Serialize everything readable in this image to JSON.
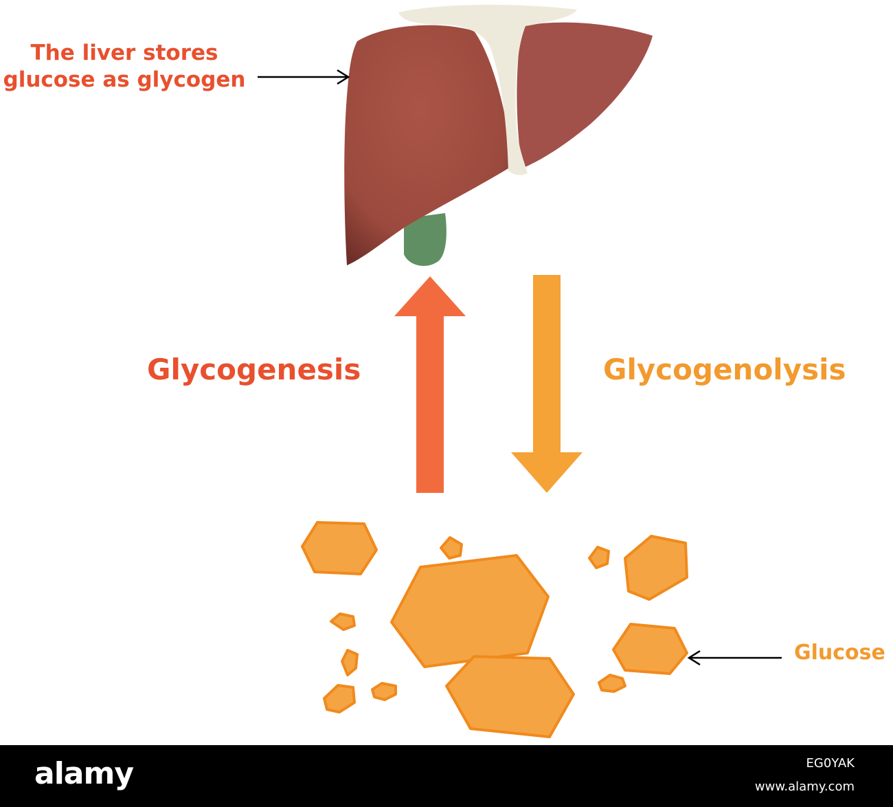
{
  "labels": {
    "liver_line1": "The liver stores",
    "liver_line2": "glucose as glycogen",
    "glycogenesis": "Glycogenesis",
    "glycogenolysis": "Glycogenolysis",
    "glucose": "Glucose"
  },
  "footer": {
    "brand": "alamy",
    "image_id": "EG0YAK",
    "website": "www.alamy.com"
  },
  "colors": {
    "liver_text": "#e8502e",
    "glycogenesis": "#e8502e",
    "glycogenolysis": "#f29a2e",
    "glucose": "#f29a2e",
    "up_arrow": "#f26b3f",
    "down_arrow": "#f5a236",
    "liver": "#a34f43",
    "gallbladder": "#5f8f62",
    "ligament": "#eeeadb",
    "glucose_fill": "#f5a443",
    "glucose_edge": "#f08a1d"
  },
  "icons": {
    "liver": "liver-icon",
    "gallbladder": "gallbladder-icon",
    "glucose": "glucose-crystal-icon"
  }
}
